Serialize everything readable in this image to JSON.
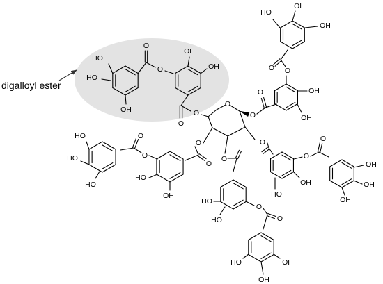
{
  "annotation": {
    "label": "digalloyl ester"
  },
  "colors": {
    "highlight": "#e3e3e3",
    "bond": "#000000"
  },
  "atoms": {
    "oh": "OH",
    "ho": "HO",
    "o": "O"
  }
}
